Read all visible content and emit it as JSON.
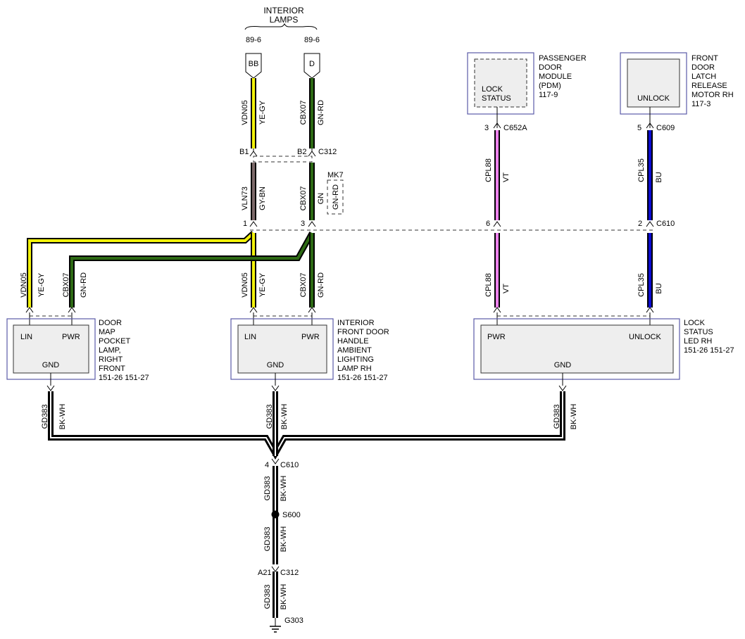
{
  "interior_lamps": {
    "title_line1": "INTERIOR",
    "title_line2": "LAMPS",
    "left_ref": "89-6",
    "right_ref": "89-6",
    "left_connector": "BB",
    "right_connector": "D"
  },
  "connectors": {
    "c312": "C312",
    "c312_left_pin": "B1",
    "c312_right_pin": "B2",
    "c610_pin_1": "1",
    "c610_pin_3": "3",
    "c610_pin_6": "6",
    "c610_pin_2": "2",
    "c610": "C610",
    "c652a_pin": "3",
    "c652a": "C652A",
    "c609_pin": "5",
    "c609": "C609",
    "mk7": "MK7",
    "ground_c610_pin": "4",
    "ground_c610": "C610",
    "splice": "S600",
    "ground_c312_pin": "A21",
    "ground_c312": "C312",
    "ground_point": "G303"
  },
  "wires": {
    "vdn05": "VDN05",
    "ye_gy": "YE-GY",
    "cbx07": "CBX07",
    "gn_rd": "GN-RD",
    "vln73": "VLN73",
    "gy_bn": "GY-BN",
    "gn": "GN",
    "cpl88": "CPL88",
    "vt": "VT",
    "cpl35": "CPL35",
    "bu": "BU",
    "gd383": "GD383",
    "bk_wh": "BK-WH"
  },
  "components": {
    "pdm": {
      "label_lines": [
        "PASSENGER",
        "DOOR",
        "MODULE",
        "(PDM)",
        "117-9"
      ],
      "inner_line1": "LOCK",
      "inner_line2": "STATUS"
    },
    "latch_motor": {
      "label_lines": [
        "FRONT",
        "DOOR",
        "LATCH",
        "RELEASE",
        "MOTOR RH",
        "117-3"
      ],
      "inner": "UNLOCK"
    },
    "door_map_lamp": {
      "label_lines": [
        "DOOR",
        "MAP",
        "POCKET",
        "LAMP,",
        "RIGHT",
        "FRONT",
        "151-26  151-27"
      ],
      "pin_lin": "LIN",
      "pin_pwr": "PWR",
      "pin_gnd": "GND"
    },
    "handle_lamp": {
      "label_lines": [
        "INTERIOR",
        "FRONT DOOR",
        "HANDLE",
        "AMBIENT",
        "LIGHTING",
        "LAMP RH",
        "151-26  151-27"
      ],
      "pin_lin": "LIN",
      "pin_pwr": "PWR",
      "pin_gnd": "GND"
    },
    "lock_status_led": {
      "label_lines": [
        "LOCK",
        "STATUS",
        "LED RH",
        "151-26  151-27"
      ],
      "pin_pwr": "PWR",
      "pin_unlock": "UNLOCK",
      "pin_gnd": "GND"
    }
  },
  "colors": {
    "yellow": "#f2f20a",
    "dark_green": "#2d6a14",
    "gray_brown": "#7d6a6a",
    "violet": "#ee82ee",
    "blue": "#0a0ad2",
    "black": "#000000",
    "frame": "#5a5aa8"
  }
}
